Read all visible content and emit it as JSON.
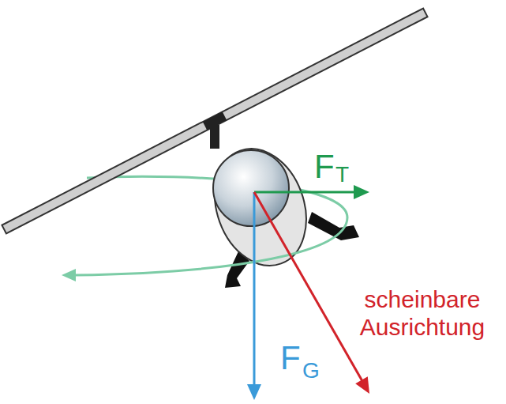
{
  "diagram": {
    "labels": [
      "F",
      "T",
      "F",
      "G",
      "scheinbare Ausrichtung"
    ]
  }
}
